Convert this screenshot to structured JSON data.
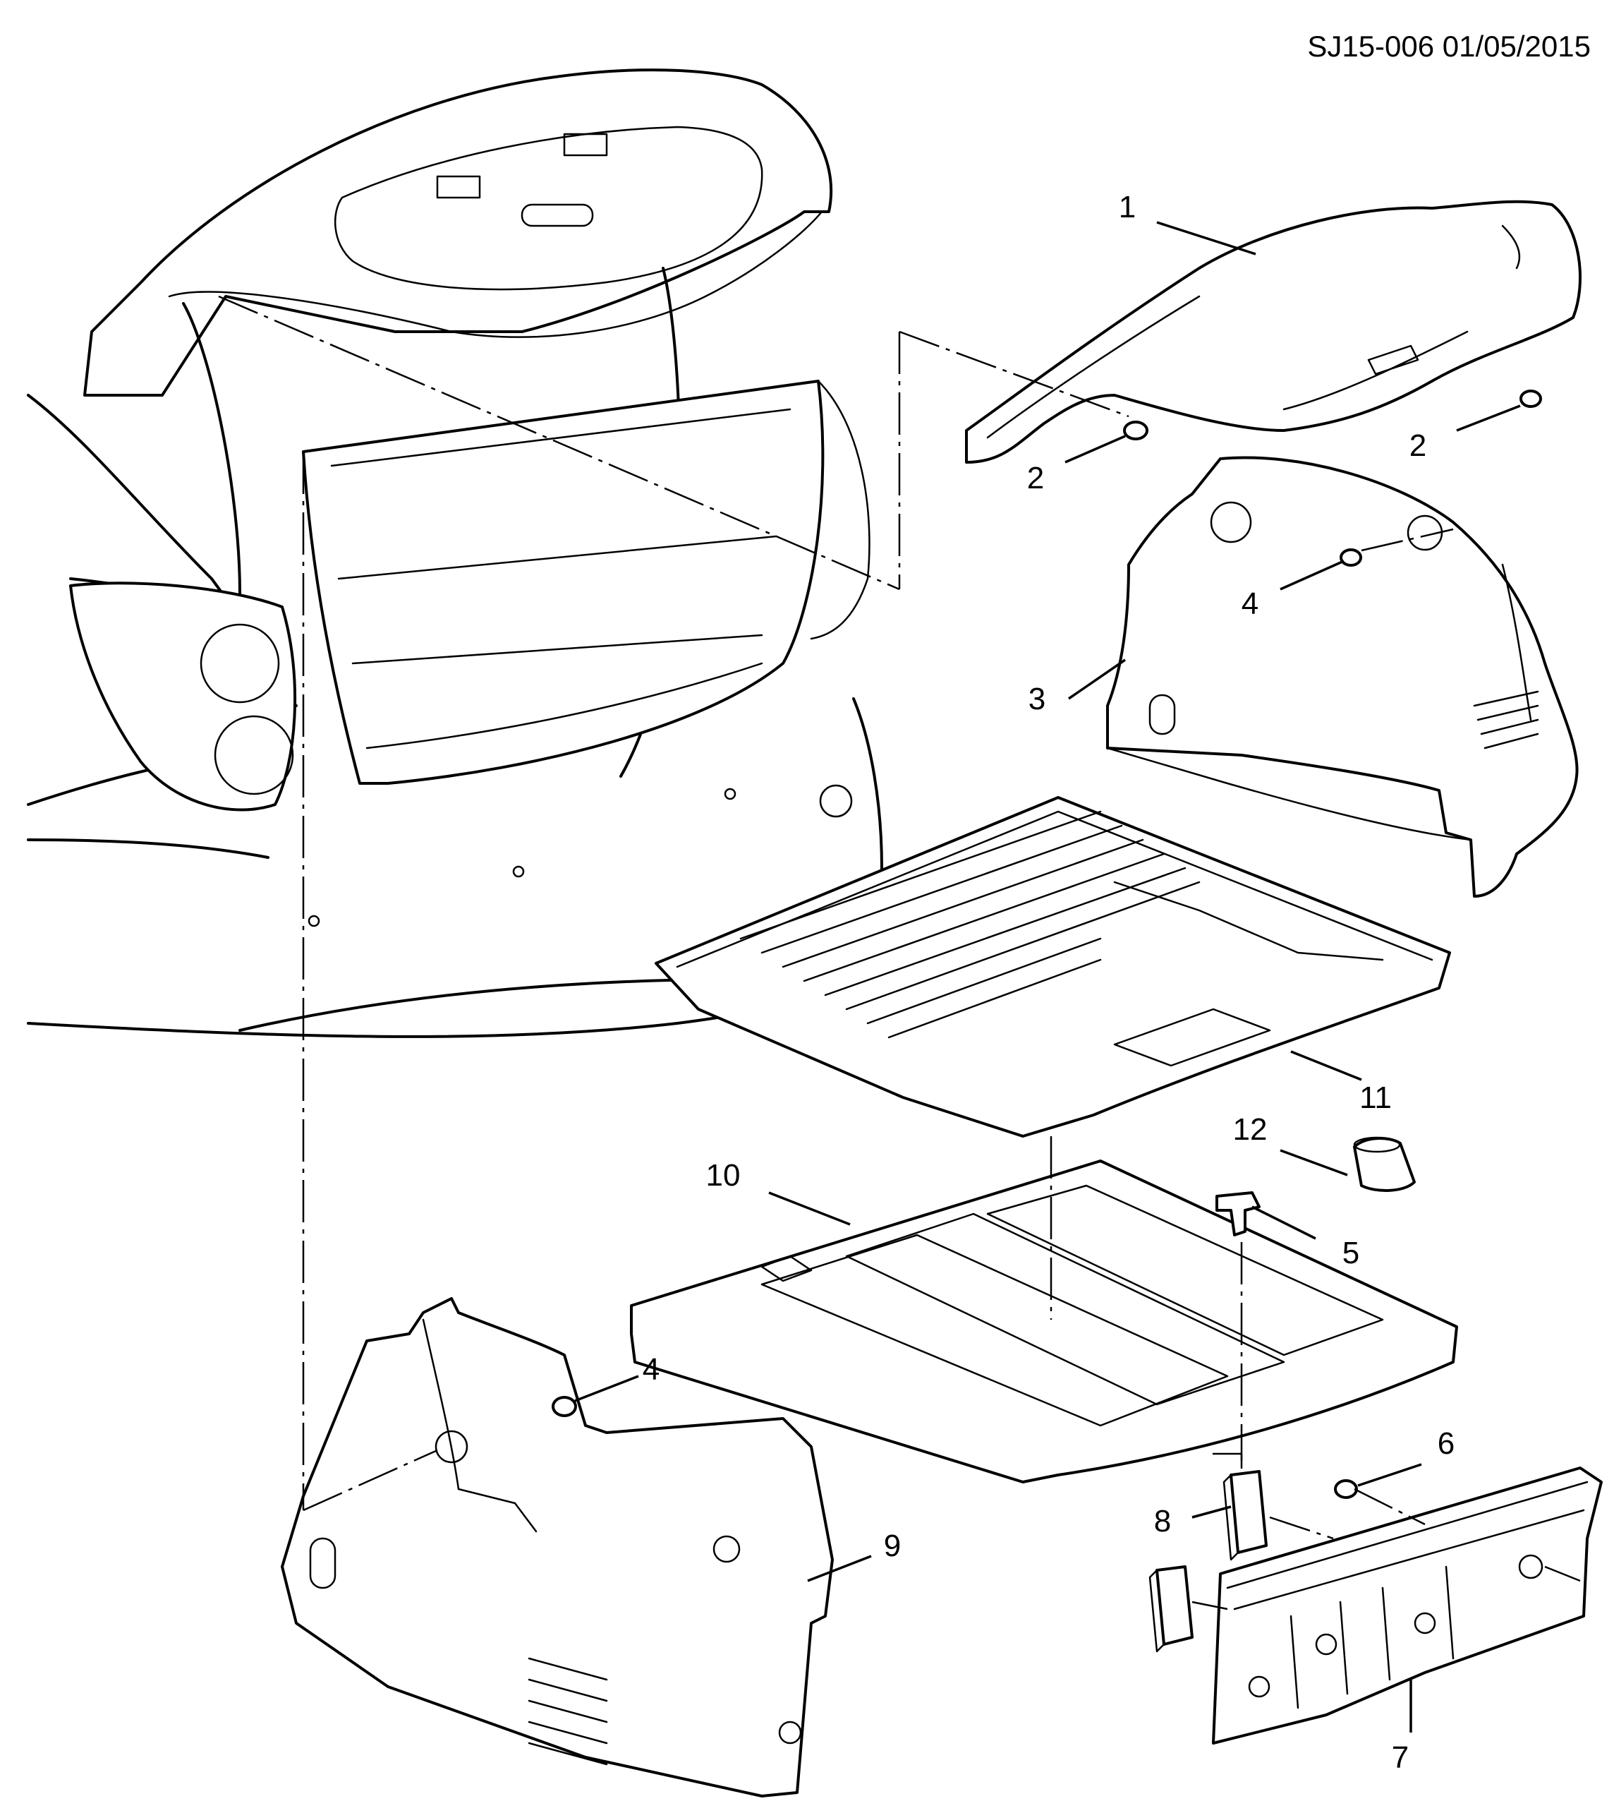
{
  "drawing": {
    "reference": "SJ15-006 01/05/2015",
    "callouts": [
      {
        "id": "c1",
        "label": "1"
      },
      {
        "id": "c2a",
        "label": "2"
      },
      {
        "id": "c2b",
        "label": "2"
      },
      {
        "id": "c3",
        "label": "3"
      },
      {
        "id": "c4a",
        "label": "4"
      },
      {
        "id": "c4b",
        "label": "4"
      },
      {
        "id": "c5",
        "label": "5"
      },
      {
        "id": "c6",
        "label": "6"
      },
      {
        "id": "c7",
        "label": "7"
      },
      {
        "id": "c8",
        "label": "8"
      },
      {
        "id": "c9",
        "label": "9"
      },
      {
        "id": "c10",
        "label": "10"
      },
      {
        "id": "c11",
        "label": "11"
      },
      {
        "id": "c12",
        "label": "12"
      }
    ]
  }
}
